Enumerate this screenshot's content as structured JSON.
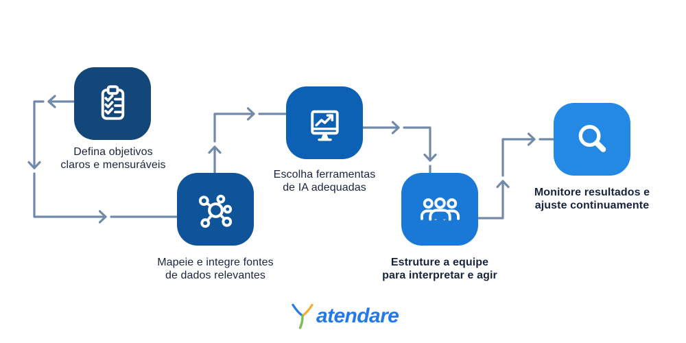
{
  "background": "#ffffff",
  "text_color": "#18243E",
  "connector": {
    "color": "#7289A9"
  },
  "steps": [
    {
      "label_line1": "Defina objetivos",
      "label_line2": "claros e mensuráveis",
      "icon": "clipboard-checklist-icon",
      "tile_color": "#134679",
      "bold": false
    },
    {
      "label_line1": "Mapeie e integre fontes",
      "label_line2": "de dados relevantes",
      "icon": "network-nodes-icon",
      "tile_color": "#0F5499",
      "bold": false
    },
    {
      "label_line1": "Escolha ferramentas",
      "label_line2": "de IA adequadas",
      "icon": "monitor-trend-icon",
      "tile_color": "#0D61B5",
      "bold": false
    },
    {
      "label_line1": "Estruture a equipe",
      "label_line2": "para interpretar e agir",
      "icon": "team-people-icon",
      "tile_color": "#1A79D7",
      "bold": true
    },
    {
      "label_line1": "Monitore resultados e",
      "label_line2": "ajuste continuamente",
      "icon": "magnifier-icon",
      "tile_color": "#2489E4",
      "bold": true
    }
  ],
  "logo": {
    "text": "atendare",
    "text_color": "#2478E8",
    "icon": {
      "left_color": "#2B7DE3",
      "right_color": "#F2AE3C",
      "stem_color": "#7ABF4F"
    }
  }
}
